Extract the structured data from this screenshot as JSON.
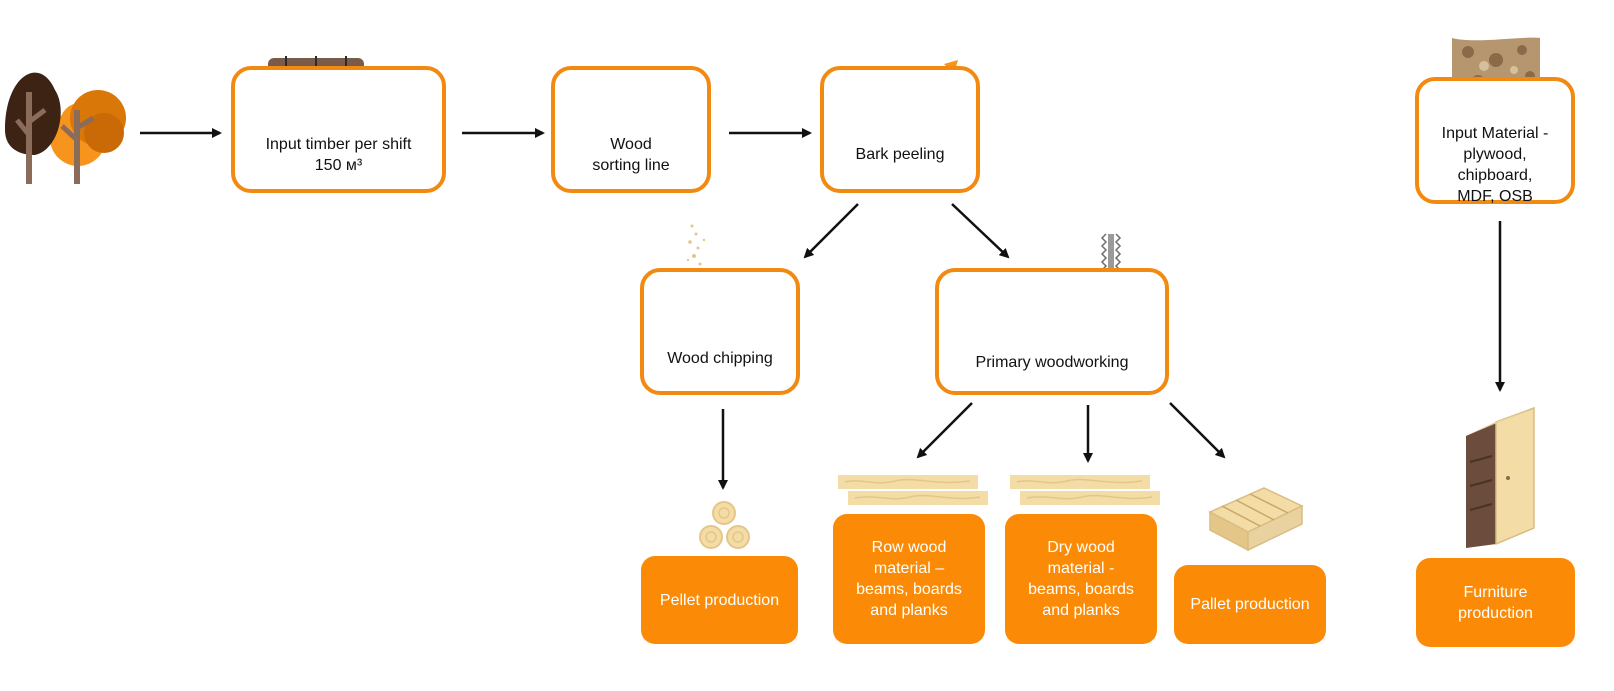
{
  "colors": {
    "accent": "#f28a12",
    "product_fill": "#fb8b07",
    "product_text": "#ffffff",
    "arrow": "#111111",
    "wood_light": "#f3dca5",
    "wood_brown": "#7a5a48"
  },
  "stages": {
    "input_timber": {
      "label": "Input timber per shift",
      "sublabel": "150 м³",
      "icon": "timber-truck-icon"
    },
    "sorting": {
      "label": "Wood sorting line",
      "icon": "log-conveyor-icon"
    },
    "bark_peeling": {
      "label": "Bark peeling",
      "icon": "debarked-log-icon"
    },
    "chipping": {
      "label": "Wood chipping",
      "icon": "sawdust-pile-icon"
    },
    "primary": {
      "label": "Primary woodworking",
      "icon": "log-saw-icon"
    },
    "input_material": {
      "label": "Input Material - plywood, chipboard, MDF, OSB",
      "icon": "wood-sheet-icon"
    }
  },
  "products": {
    "pellet_1": {
      "label": "Pellet production",
      "icon": "pellet-rolls-icon"
    },
    "raw_wood": {
      "label": "Row wood material – beams, boards and planks",
      "icon": "boards-icon"
    },
    "dry_wood": {
      "label": "Dry wood material - beams, boards and planks",
      "icon": "boards-icon"
    },
    "pellet_2": {
      "label": "Pallet production",
      "icon": "pallet-icon"
    },
    "furniture": {
      "label": "Furniture production",
      "icon": "wardrobe-icon"
    }
  },
  "forest": {
    "icon": "forest-trees-icon"
  }
}
